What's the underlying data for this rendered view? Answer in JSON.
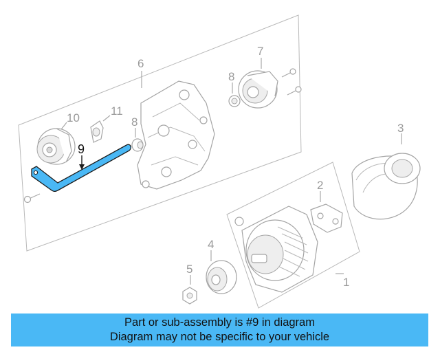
{
  "callouts": {
    "c1": "1",
    "c2": "2",
    "c3": "3",
    "c4": "4",
    "c5": "5",
    "c6": "6",
    "c7": "7",
    "c8a": "8",
    "c8b": "8",
    "c9": "9",
    "c10": "10",
    "c11": "11"
  },
  "highlight_color": "#4ab8f5",
  "banner": {
    "line1": "Part or sub-assembly is #9 in diagram",
    "line2": "Diagram may not be specific to your vehicle"
  }
}
